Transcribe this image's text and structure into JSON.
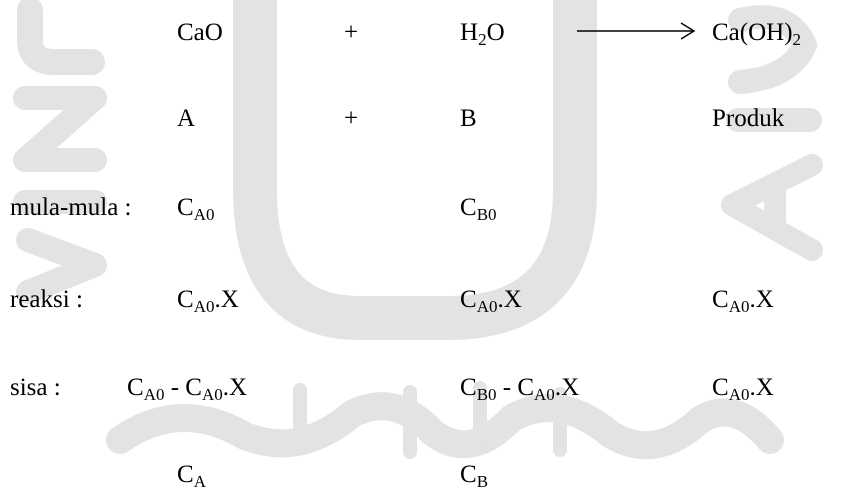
{
  "watermark": {
    "color": "#e3e3e3"
  },
  "equation": {
    "reactant1": "CaO",
    "plus": "+",
    "reactant2_main": "H",
    "reactant2_sub": "2",
    "reactant2_tail": "O",
    "product_main": "Ca(OH)",
    "product_sub": "2"
  },
  "labels": {
    "a": "A",
    "plus": "+",
    "b": "B",
    "produk": "Produk"
  },
  "rows": {
    "mula": {
      "label": "mula-mula :",
      "a": {
        "c": "C",
        "sub": "A0"
      },
      "b": {
        "c": "C",
        "sub": "B0"
      }
    },
    "reaksi": {
      "label": "reaksi :",
      "a": {
        "c": "C",
        "sub": "A0",
        "tail": ".X"
      },
      "b": {
        "c": "C",
        "sub": "A0",
        "tail": ".X"
      },
      "p": {
        "c": "C",
        "sub": "A0",
        "tail": ".X"
      }
    },
    "sisa": {
      "label": "sisa :",
      "a": {
        "c1": "C",
        "sub1": "A0",
        "mid": " - C",
        "sub2": "A0",
        "tail": ".X"
      },
      "b": {
        "c1": "C",
        "sub1": "B0",
        "mid": " - C",
        "sub2": "A0",
        "tail": ".X"
      },
      "p": {
        "c": "C",
        "sub": "A0",
        "tail": ".X"
      }
    }
  },
  "result": {
    "a": {
      "c": "C",
      "sub": "A"
    },
    "b": {
      "c": "C",
      "sub": "B"
    }
  }
}
